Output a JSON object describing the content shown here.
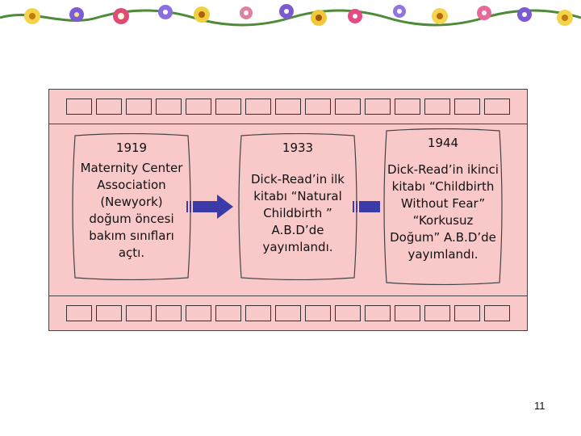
{
  "slide": {
    "frames": [
      {
        "year": "1919",
        "text": "Maternity Center Association (Newyork) doğum öncesi bakım sınıfları açtı."
      },
      {
        "year": "1933",
        "text": "Dick-Read’in ilk kitabı “Natural Childbirth ” A.B.D’de yayımlandı."
      },
      {
        "year": "1944",
        "text": "Dick-Read’in ikinci kitabı “Childbirth Without Fear” “Korkusuz Doğum” A.B.D’de yayımlandı."
      }
    ],
    "page_number": "11"
  },
  "colors": {
    "film_background": "#f9c8c8",
    "arrow": "#3a3aa8"
  }
}
